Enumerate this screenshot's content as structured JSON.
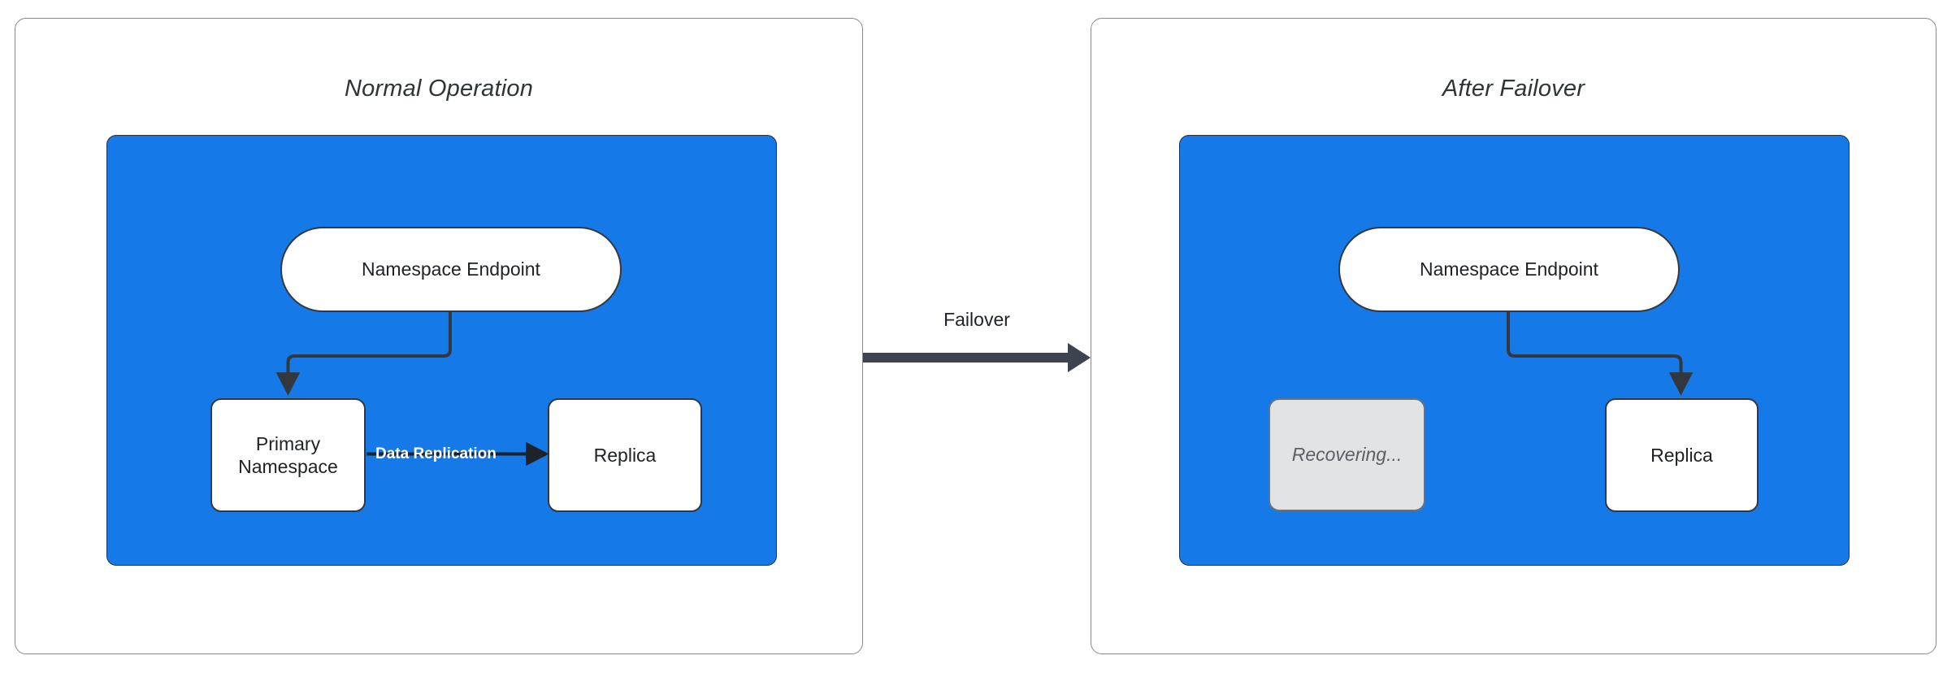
{
  "diagram": {
    "title_font_style": "italic",
    "accent_blue": "#1679e8",
    "stroke_dark": "#33383f",
    "muted_fill": "#e1e3e5",
    "panels": [
      {
        "id": "normal-operation",
        "title": "Normal Operation",
        "nodes": [
          {
            "id": "endpoint",
            "label": "Namespace Endpoint",
            "shape": "pill",
            "fill": "#ffffff"
          },
          {
            "id": "primary",
            "label": "Primary\nNamespace",
            "shape": "rect",
            "fill": "#ffffff"
          },
          {
            "id": "replica",
            "label": "Replica",
            "shape": "rect",
            "fill": "#ffffff"
          }
        ],
        "edges": [
          {
            "from": "endpoint",
            "to": "primary",
            "label": ""
          },
          {
            "from": "primary",
            "to": "replica",
            "label": "Data Replication",
            "label_color": "#ffffff"
          }
        ]
      },
      {
        "id": "after-failover",
        "title": "After Failover",
        "nodes": [
          {
            "id": "endpoint",
            "label": "Namespace Endpoint",
            "shape": "pill",
            "fill": "#ffffff"
          },
          {
            "id": "recovering",
            "label": "Recovering...",
            "shape": "rect",
            "fill": "#e1e3e5",
            "state": "muted"
          },
          {
            "id": "replica",
            "label": "Replica",
            "shape": "rect",
            "fill": "#ffffff"
          }
        ],
        "edges": [
          {
            "from": "endpoint",
            "to": "replica",
            "label": ""
          }
        ]
      }
    ],
    "transition": {
      "label": "Failover",
      "direction": "left-to-right",
      "color": "#3d4450"
    }
  }
}
